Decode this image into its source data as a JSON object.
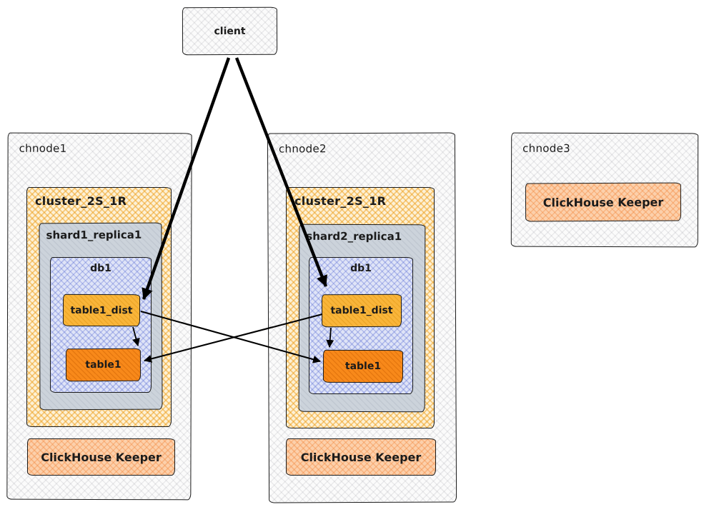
{
  "client": {
    "label": "client"
  },
  "nodes": [
    {
      "label": "chnode1",
      "cluster": {
        "label": "cluster_2S_1R",
        "shard": {
          "label": "shard1_replica1",
          "db": {
            "label": "db1",
            "dist_table": "table1_dist",
            "table": "table1"
          }
        }
      },
      "keeper": "ClickHouse Keeper"
    },
    {
      "label": "chnode2",
      "cluster": {
        "label": "cluster_2S_1R",
        "shard": {
          "label": "shard2_replica1",
          "db": {
            "label": "db1",
            "dist_table": "table1_dist",
            "table": "table1"
          }
        }
      },
      "keeper": "ClickHouse Keeper"
    },
    {
      "label": "chnode3",
      "keeper": "ClickHouse Keeper"
    }
  ],
  "edges": [
    {
      "from": "client",
      "to": "chnode1.db1.table1_dist",
      "style": "thick"
    },
    {
      "from": "client",
      "to": "chnode2.db1.table1_dist",
      "style": "thick"
    },
    {
      "from": "chnode1.db1.table1_dist",
      "to": "chnode1.db1.table1",
      "style": "thin"
    },
    {
      "from": "chnode1.db1.table1_dist",
      "to": "chnode2.db1.table1",
      "style": "thin"
    },
    {
      "from": "chnode2.db1.table1_dist",
      "to": "chnode2.db1.table1",
      "style": "thin"
    },
    {
      "from": "chnode2.db1.table1_dist",
      "to": "chnode1.db1.table1",
      "style": "thin"
    }
  ],
  "colors": {
    "border": "#1b1b1b",
    "arrow": "#000000",
    "node_fill": "#f0f0f0",
    "cluster_fill": "#f3b84a",
    "shard_fill": "#ccd3db",
    "db_fill": "#aab7ea",
    "dist_table_fill": "#f9b53a",
    "table_fill": "#f8891a",
    "keeper_fill": "#fcb985"
  }
}
